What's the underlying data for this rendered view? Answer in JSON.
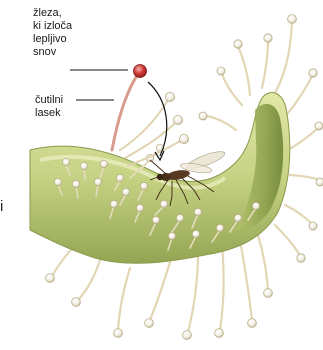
{
  "labels": {
    "gland": [
      "žleza,",
      "ki izloča",
      "lepljivo",
      "snov"
    ],
    "tentacle": [
      "čutilni",
      "lasek"
    ]
  },
  "edge_text": "i",
  "colors": {
    "leaf_fill": "#c8d48a",
    "leaf_dark": "#7f9245",
    "stalk": "#e6d8b8",
    "gland_red": "#c9302c",
    "arrow": "#111111"
  },
  "icons": [
    "mosquito-insect"
  ]
}
